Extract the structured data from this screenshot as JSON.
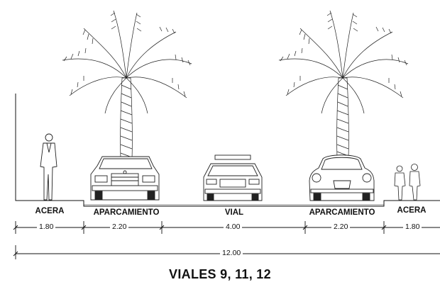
{
  "title": "VIALES 9, 11, 12",
  "sections": [
    {
      "label": "ACERA",
      "width": "1.80"
    },
    {
      "label": "APARCAMIENTO",
      "width": "2.20"
    },
    {
      "label": "VIAL",
      "width": "4.00"
    },
    {
      "label": "APARCAMIENTO",
      "width": "2.20"
    },
    {
      "label": "ACERA",
      "width": "1.80"
    }
  ],
  "total_width": "12.00",
  "icons": [
    "pedestrian-icon",
    "palm-tree-icon",
    "parked-car-icon",
    "police-car-icon",
    "beetle-car-icon",
    "children-icon"
  ]
}
